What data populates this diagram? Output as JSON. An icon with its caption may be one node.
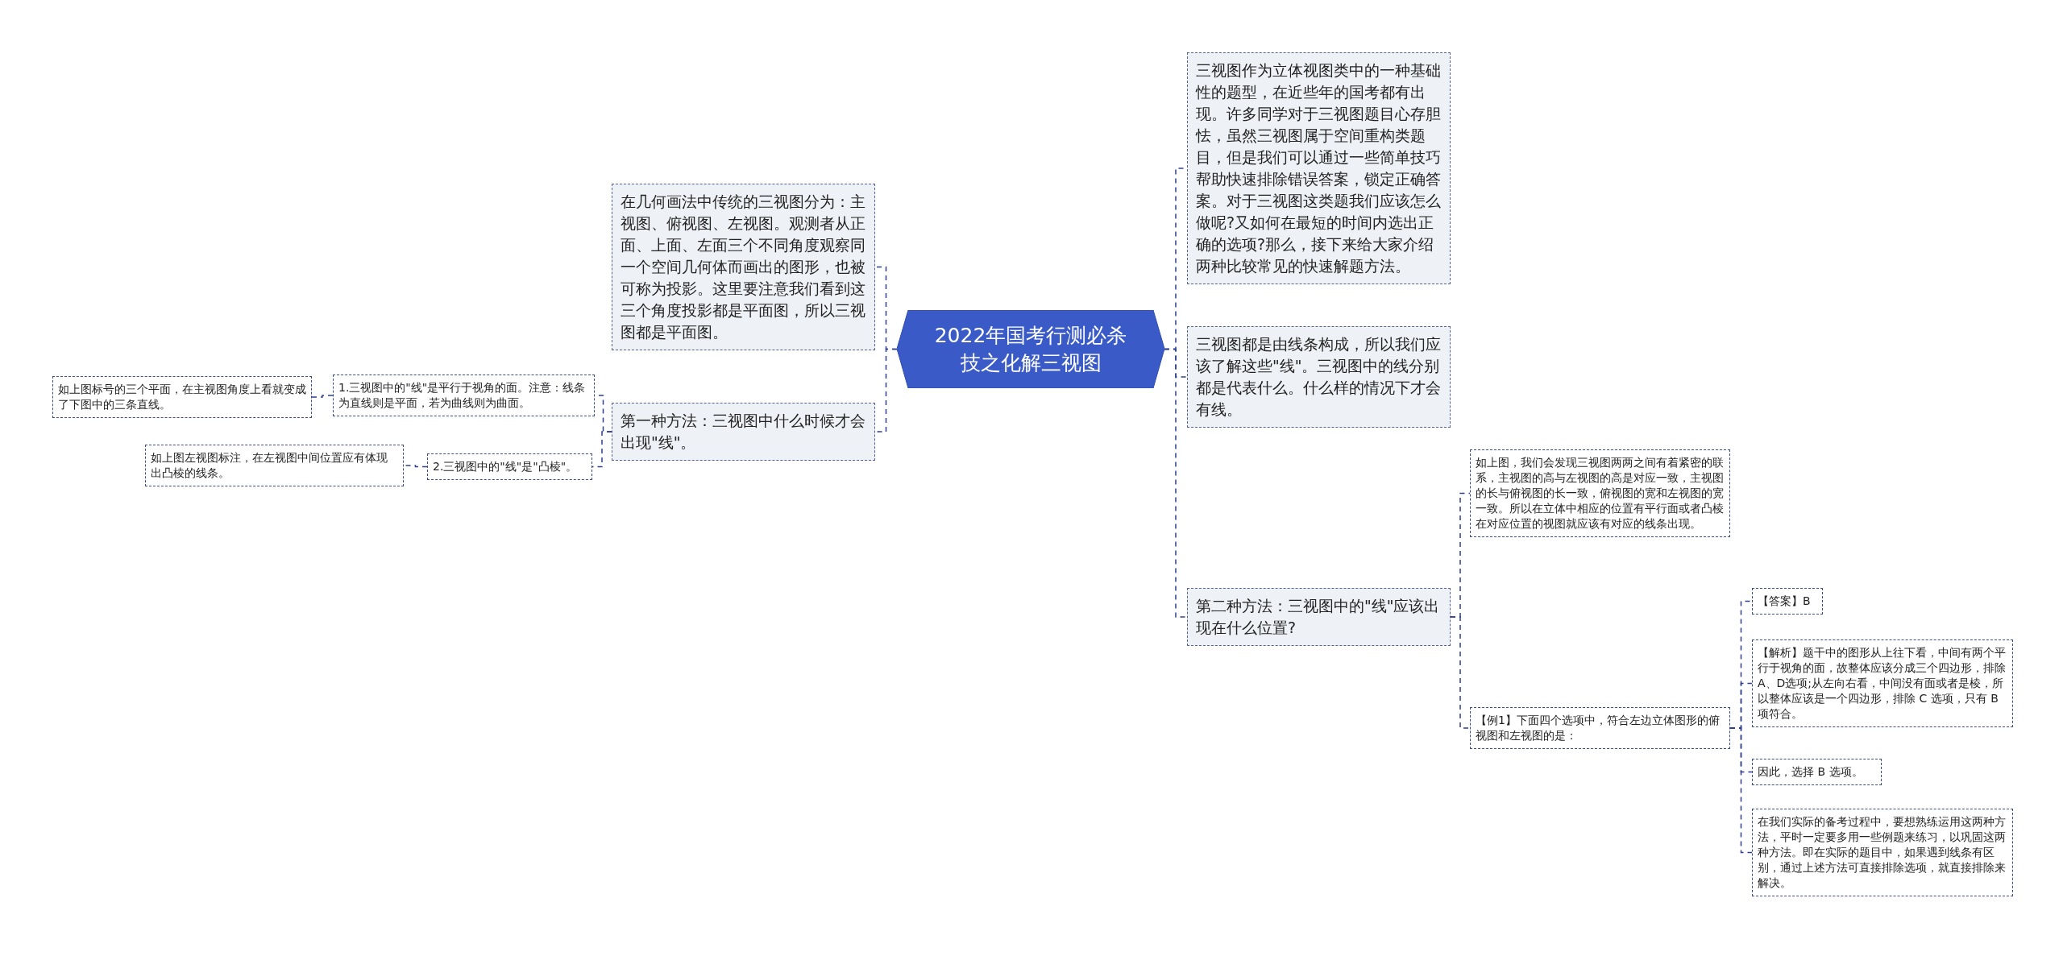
{
  "diagram": {
    "nodes": [
      {
        "text": [
          "2022年国考行测必杀技之化解三视图"
        ]
      },
      {
        "text": [
          "在几何画法中传统的三视图分为：主视图、俯视图、左视图。观测者从正面、上面、左面三个不同角度观察同一个空间几何体而画出的图形，也被可称为投影。这里要注意我们看到这三个角度投影都是平面图，所以三视图都是平面图。"
        ]
      },
      {
        "text": [
          "第一种方法：三视图中什么时候才会出现\"线\"。"
        ]
      },
      {
        "text": [
          "1.三视图中的\"线\"是平行于视角的面。注意：线条为直线则是平面，若为曲线则为曲面。"
        ]
      },
      {
        "text": [
          "2.三视图中的\"线\"是\"凸棱\"。"
        ]
      },
      {
        "text": [
          "如上图标号的三个平面，在主视图角度上看就变成了下图中的三条直线。"
        ]
      },
      {
        "text": [
          "如上图左视图标注，在左视图中间位置应有体现出凸棱的线条。"
        ]
      },
      {
        "text": [
          "三视图作为立体视图类中的一种基础性的题型，在近些年的国考都有出现。许多同学对于三视图题目心存胆怯，虽然三视图属于空间重构类题目，但是我们可以通过一些简单技巧帮助快速排除错误答案，锁定正确答案。对于三视图这类题我们应该怎么做呢?又如何在最短的时间内选出正确的选项?那么，接下来给大家介绍两种比较常见的快速解题方法。"
        ]
      },
      {
        "text": [
          "三视图都是由线条构成，所以我们应该了解这些\"线\"。三视图中的线分别都是代表什么。什么样的情况下才会有线。"
        ]
      },
      {
        "text": [
          "第二种方法：三视图中的\"线\"应该出现在什么位置?"
        ]
      },
      {
        "text": [
          "如上图，我们会发现三视图两两之间有着紧密的联系，主视图的高与左视图的高是对应一致，主视图的长与俯视图的长一致，俯视图的宽和左视图的宽一致。所以在立体中相应的位置有平行面或者凸棱在对应位置的视图就应该有对应的线条出现。"
        ]
      },
      {
        "text": [
          "【例1】下面四个选项中，符合左边立体图形的俯视图和左视图的是："
        ]
      },
      {
        "text": [
          "【答案】B"
        ]
      },
      {
        "text": [
          "【解析】题干中的图形从上往下看，中间有两个平行于视角的面，故整体应该分成三个四边形，排除 A、D选项;从左向右看，中间没有面或者是棱，所以整体应该是一个四边形，排除 C 选项，只有 B 项符合。"
        ]
      },
      {
        "text": [
          "因此，选择 B 选项。"
        ]
      },
      {
        "text": [
          "在我们实际的备考过程中，要想熟练运用这两种方法，平时一定要多用一些例题来练习，以巩固这两种方法。即在实际的题目中，如果遇到线条有区别，通过上述方法可直接排除选项，就直接排除来解决。"
        ]
      }
    ],
    "edges": [
      {
        "from": 0,
        "to": 1,
        "arrow": "none",
        "style": "dashed"
      },
      {
        "from": 0,
        "to": 2,
        "arrow": "none",
        "style": "dashed"
      },
      {
        "from": 2,
        "to": 3,
        "arrow": "none",
        "style": "dashed"
      },
      {
        "from": 2,
        "to": 4,
        "arrow": "none",
        "style": "dashed"
      },
      {
        "from": 3,
        "to": 5,
        "arrow": "none",
        "style": "dashed"
      },
      {
        "from": 4,
        "to": 6,
        "arrow": "none",
        "style": "dashed"
      },
      {
        "from": 0,
        "to": 7,
        "arrow": "none",
        "style": "dashed"
      },
      {
        "from": 0,
        "to": 8,
        "arrow": "none",
        "style": "dashed"
      },
      {
        "from": 0,
        "to": 9,
        "arrow": "none",
        "style": "dashed"
      },
      {
        "from": 9,
        "to": 10,
        "arrow": "none",
        "style": "dashed"
      },
      {
        "from": 9,
        "to": 11,
        "arrow": "none",
        "style": "dashed"
      },
      {
        "from": 11,
        "to": 12,
        "arrow": "none",
        "style": "dashed"
      },
      {
        "from": 11,
        "to": 13,
        "arrow": "none",
        "style": "dashed"
      },
      {
        "from": 11,
        "to": 14,
        "arrow": "none",
        "style": "dashed"
      },
      {
        "from": 11,
        "to": 15,
        "arrow": "none",
        "style": "dashed"
      }
    ]
  }
}
